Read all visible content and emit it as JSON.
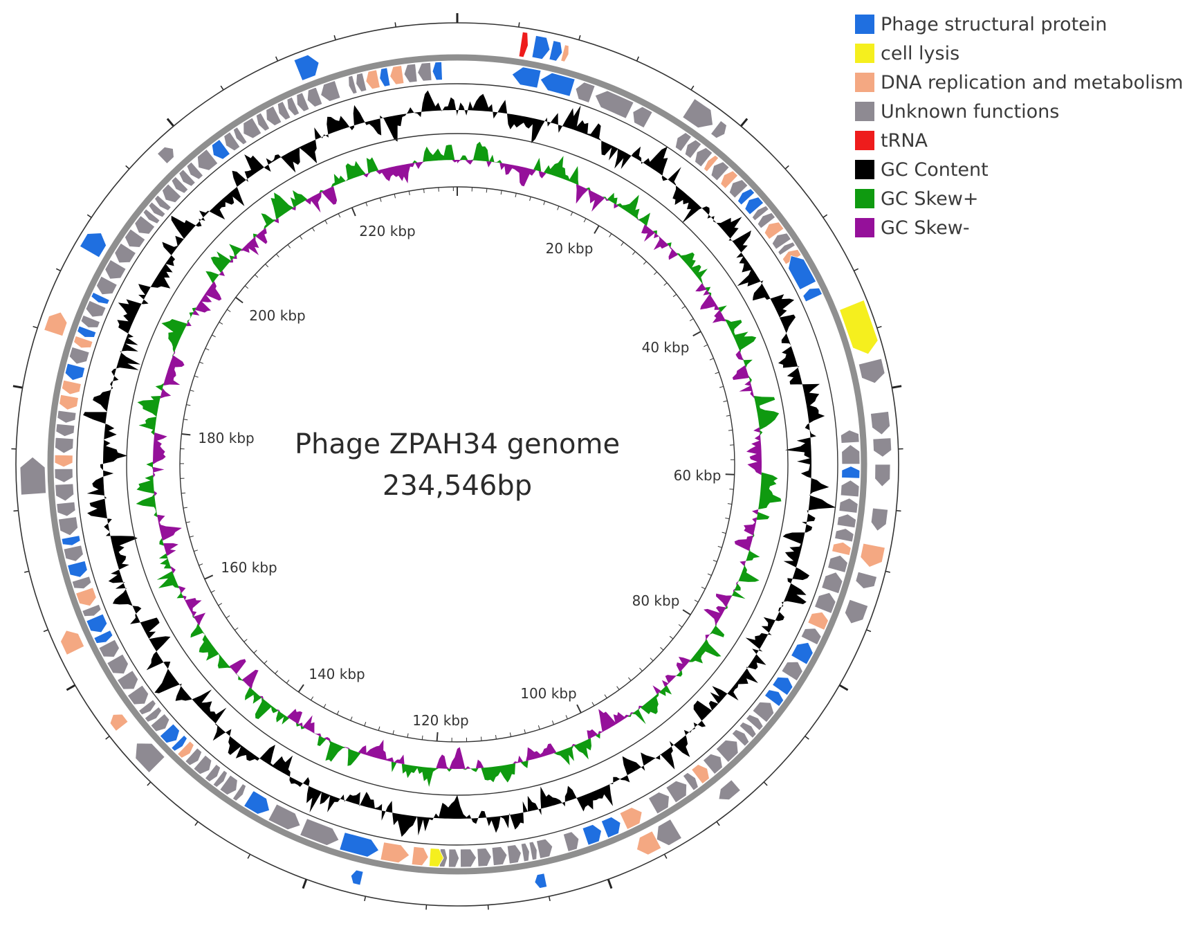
{
  "title": {
    "line1": "Phage ZPAH34 genome",
    "line2": "234,546bp"
  },
  "legend": [
    {
      "label": "Phage structural protein",
      "color": "#1f6fe0"
    },
    {
      "label": "cell lysis",
      "color": "#f5ef1e"
    },
    {
      "label": "DNA replication and metabolism",
      "color": "#f4a882"
    },
    {
      "label": "Unknown functions",
      "color": "#8e8a92"
    },
    {
      "label": "tRNA",
      "color": "#ee1c1c"
    },
    {
      "label": "GC Content",
      "color": "#000000"
    },
    {
      "label": "GC Skew+",
      "color": "#0f9a10"
    },
    {
      "label": "GC Skew-",
      "color": "#95109a"
    }
  ],
  "genome_length_bp": 234546,
  "kbp_labels": [
    "20 kbp",
    "40 kbp",
    "60 kbp",
    "80 kbp",
    "100 kbp",
    "120 kbp",
    "140 kbp",
    "160 kbp",
    "180 kbp",
    "200 kbp",
    "220 kbp"
  ]
}
